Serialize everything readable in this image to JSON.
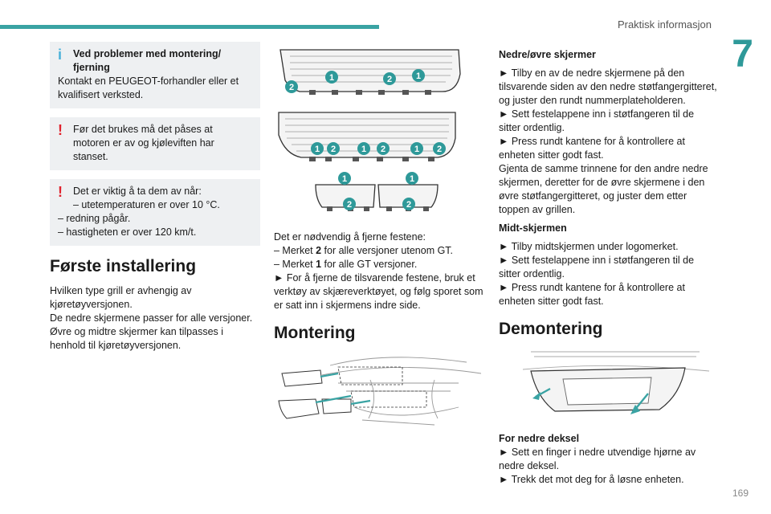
{
  "header": {
    "chapter_title": "Praktisk informasjon",
    "chapter_number": "7",
    "page_number": "169"
  },
  "col1": {
    "info_box": {
      "title_line1": "Ved problemer med montering/",
      "title_line2": "fjerning",
      "body": "Kontakt en PEUGEOT-forhandler eller et kvalifisert verksted."
    },
    "warn_box1": {
      "text": "Før det brukes må det påses at motoren er av og kjøleviften har stanset."
    },
    "warn_box2": {
      "intro": "Det er viktig å ta dem av når:",
      "items": [
        "–  utetemperaturen er over 10 °C.",
        "–  redning pågår.",
        "–  hastigheten er over 120 km/t."
      ]
    },
    "section_title": "Første installering",
    "para1": "Hvilken type grill er avhengig av kjøretøyversjonen.",
    "para2": "De nedre skjermene passer for alle versjoner.",
    "para3": "Øvre og midtre skjermer kan tilpasses i henhold til kjøretøyversjonen."
  },
  "col2": {
    "diagram_labels": {
      "one": "1",
      "two": "2"
    },
    "intro": "Det er nødvendig å fjerne festene:",
    "bullet1_prefix": "–  Merket ",
    "bullet1_num": "2",
    "bullet1_suffix": " for alle versjoner utenom GT.",
    "bullet2_prefix": "–  Merket ",
    "bullet2_num": "1",
    "bullet2_suffix": " for alle GT versjoner.",
    "step": "►  For å fjerne de tilsvarende festene, bruk et verktøy av skjæreverktøyet, og følg sporet som er satt inn i skjermens indre side.",
    "section_title": "Montering"
  },
  "col3": {
    "sub1_title": "Nedre/øvre skjermer",
    "sub1_steps": [
      "►  Tilby en av de nedre skjermene på den tilsvarende siden av den nedre støtfangergitteret, og juster den rundt nummerplateholderen.",
      "►  Sett festelappene inn i støtfangeren til de sitter ordentlig.",
      "►  Press rundt kantene for å kontrollere at enheten sitter godt fast."
    ],
    "sub1_repeat": "Gjenta de samme trinnene for den andre nedre skjermen, deretter for de øvre skjermene i den øvre støtfangergitteret, og juster dem etter toppen av grillen.",
    "sub2_title": "Midt-skjermen",
    "sub2_steps": [
      "►  Tilby midtskjermen under logomerket.",
      "►  Sett festelappene inn i støtfangeren til de sitter ordentlig.",
      "►  Press rundt kantene for å kontrollere at enheten sitter godt fast."
    ],
    "section_title": "Demontering",
    "sub3_title": "For nedre deksel",
    "sub3_steps": [
      "►  Sett en finger i nedre utvendige hjørne av nedre deksel.",
      "►  Trekk det mot deg for å løsne enheten."
    ]
  },
  "colors": {
    "accent": "#3aa3a3",
    "marker": "#2e9999",
    "info": "#4ab1d9",
    "warning": "#e0232e",
    "box_bg": "#eef0f2"
  }
}
